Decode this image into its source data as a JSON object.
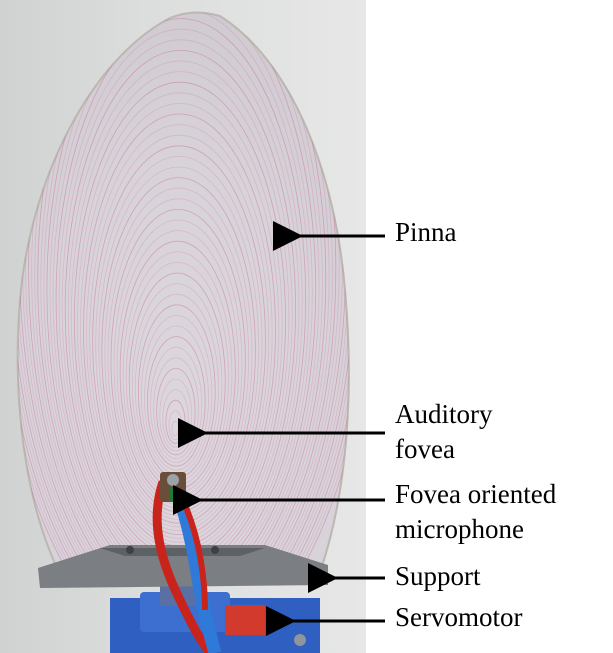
{
  "photo": {
    "subject": "pinna-prototype",
    "colors": {
      "background": "#dcdedd",
      "pinna_fill": "#d9d3da",
      "pinna_rings": "#c4477e",
      "support": "#7b7f83",
      "servomotor": "#2f5fc0",
      "wire_red": "#c8241c",
      "wire_blue": "#2f7ad8"
    }
  },
  "labels": {
    "pinna": "Pinna",
    "fovea_line1": "Auditory",
    "fovea_line2": "fovea",
    "mic_line1": "Fovea oriented",
    "mic_line2": "microphone",
    "support": "Support",
    "servomotor": "Servomotor"
  }
}
